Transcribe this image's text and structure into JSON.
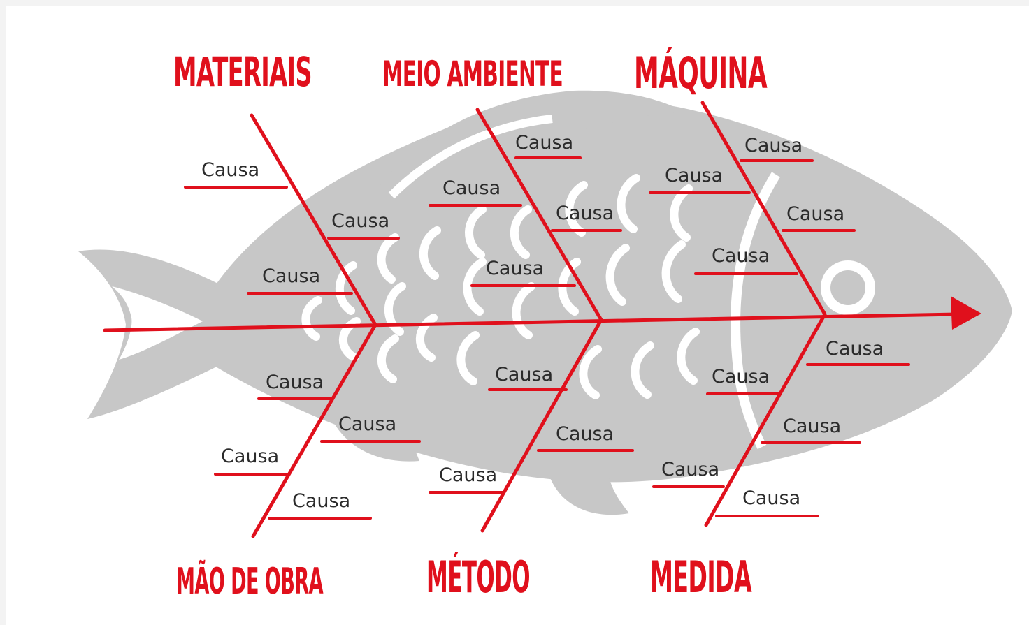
{
  "diagram": {
    "type": "ishikawa",
    "categories": [
      {
        "label": "MATERIAIS",
        "causes": [
          "Causa",
          "Causa",
          "Causa"
        ]
      },
      {
        "label": "MEIO AMBIENTE",
        "causes": [
          "Causa",
          "Causa",
          "Causa",
          "Causa"
        ]
      },
      {
        "label": "MÁQUINA",
        "causes": [
          "Causa",
          "Causa",
          "Causa",
          "Causa"
        ]
      },
      {
        "label": "MÃO DE OBRA",
        "causes": [
          "Causa",
          "Causa",
          "Causa",
          "Causa"
        ]
      },
      {
        "label": "MÉTODO",
        "causes": [
          "Causa",
          "Causa",
          "Causa"
        ]
      },
      {
        "label": "MEDIDA",
        "causes": [
          "Causa",
          "Causa",
          "Causa",
          "Causa",
          "Causa"
        ]
      }
    ],
    "colors": {
      "accent": "#e0101c",
      "fish": "#c7c7c7",
      "text": "#2b2b2b"
    }
  }
}
